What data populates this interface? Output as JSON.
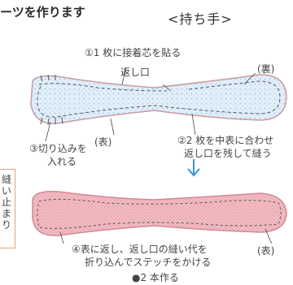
{
  "heading": "ーツを作ります",
  "section_title": "<持ち手>",
  "step1": "①1 枚に接着芯を貼る",
  "opening_label": "返し口",
  "back_label": "(裏)",
  "front_label_1": "(表)",
  "step3_line1": "③切り込みを",
  "step3_line2": "入れる",
  "step2_line1": "②2 枚を中表に合わせ",
  "step2_line2": "返し口を残して縫う",
  "step4_line1": "④表に返し、返し口の縫い代を",
  "step4_line2": "折り込んでステッチをかける",
  "front_label_2": "(表)",
  "note": "●2 本作る",
  "side_text": [
    "縫",
    "い",
    "止",
    "ま",
    "り"
  ],
  "colors": {
    "interfacing_blue": "#cfe3f3",
    "fabric_pink": "#f2b7bf",
    "arrow_blue": "#3d8fd0",
    "box_orange": "#e8a07a"
  }
}
